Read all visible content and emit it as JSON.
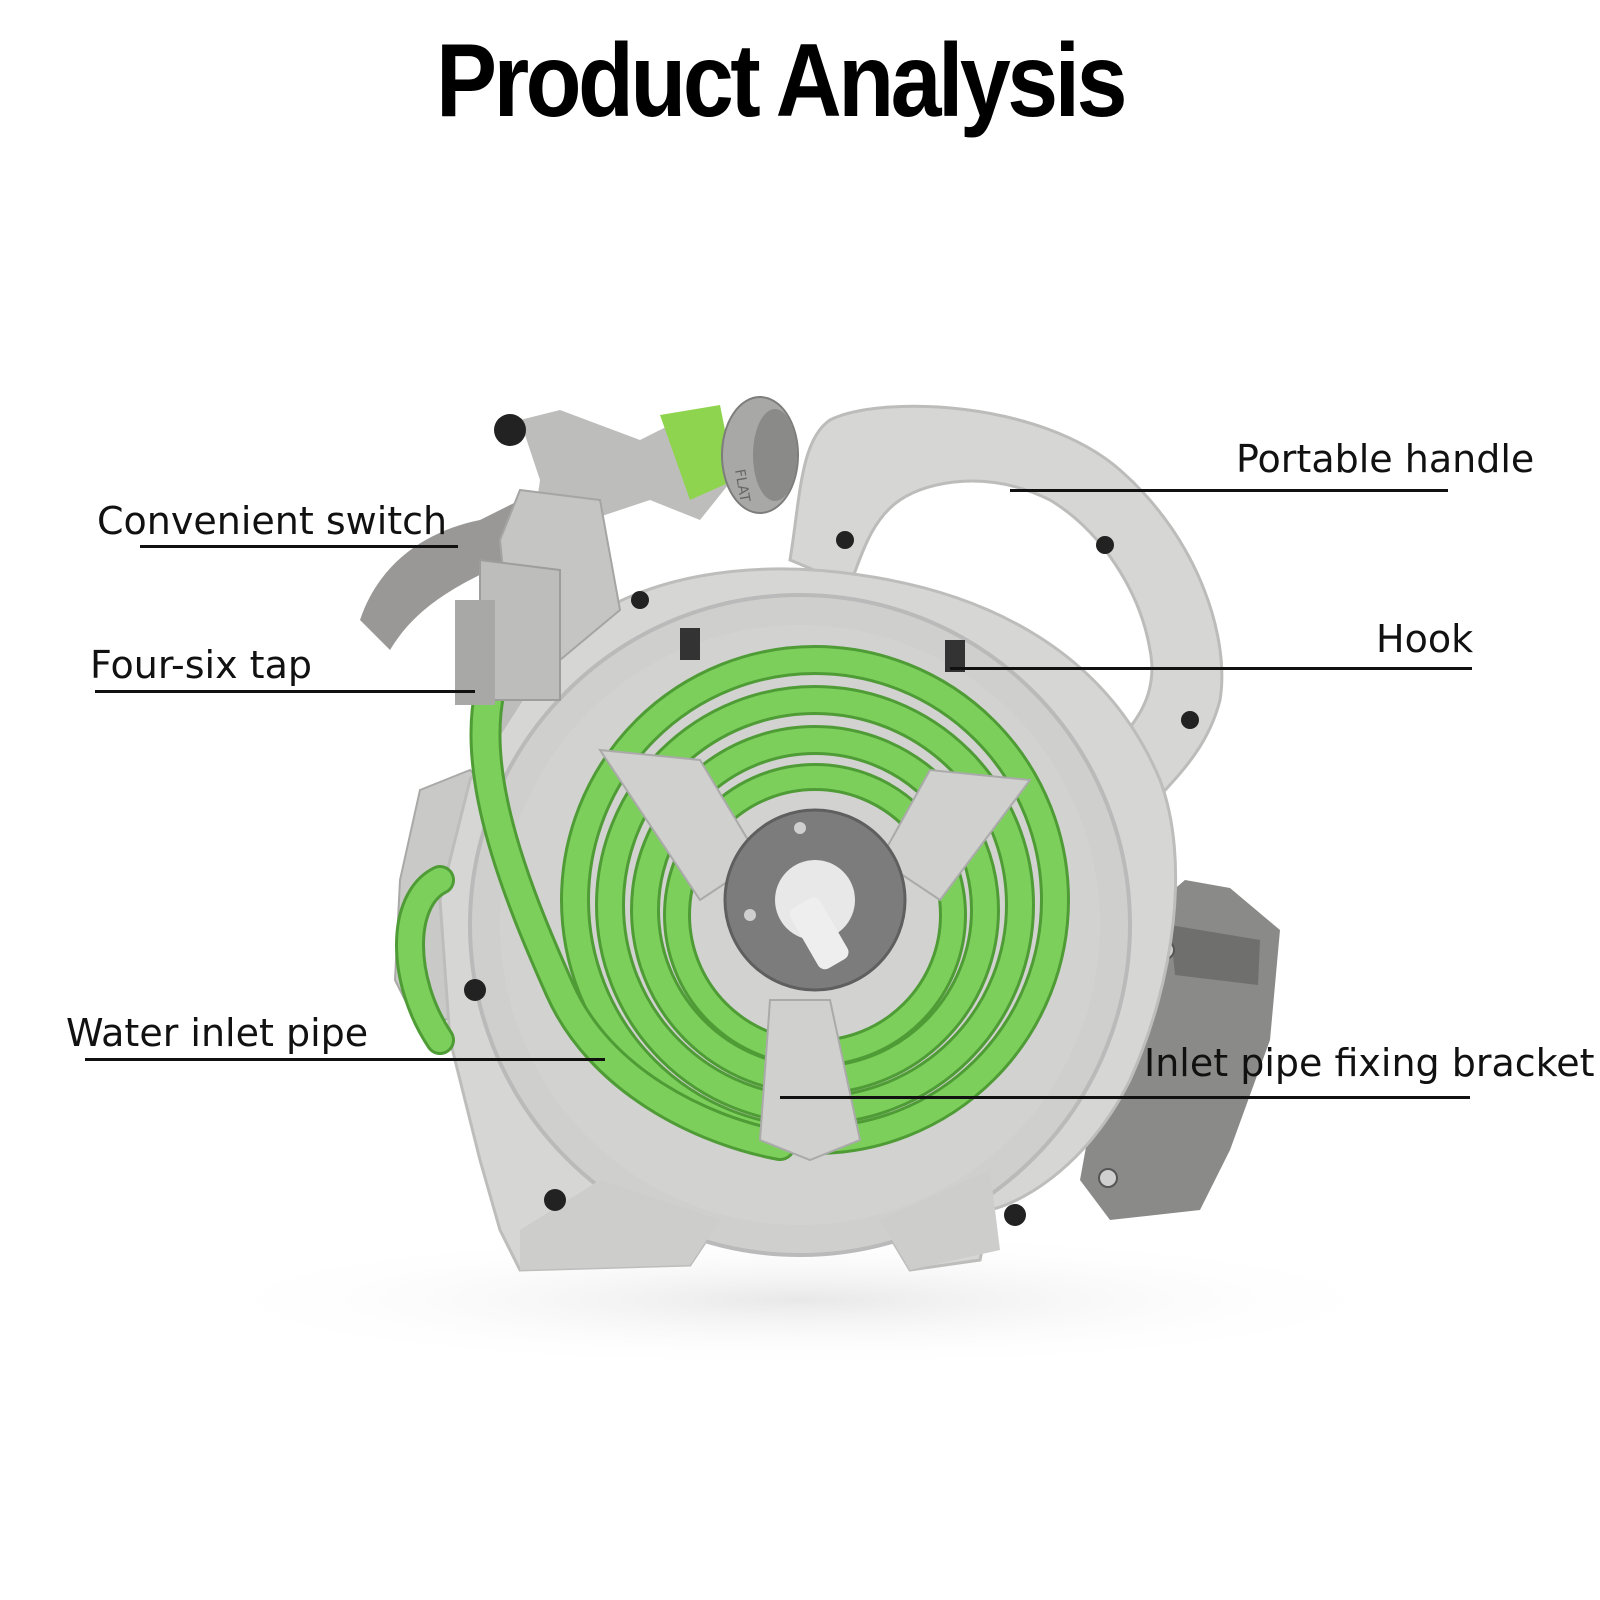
{
  "title": "Product Analysis",
  "labels": {
    "convenient_switch": "Convenient switch",
    "four_six_tap": "Four-six tap",
    "water_inlet_pipe": "Water inlet pipe",
    "portable_handle": "Portable handle",
    "hook": "Hook",
    "inlet_pipe_fixing_bracket": "Inlet pipe fixing bracket"
  },
  "nozzle_text": {
    "flat": "FLAT"
  },
  "colors": {
    "housing": "#d4d4d2",
    "housing_shadow": "#b4b4b2",
    "hose": "#7bcf5a",
    "hose_dark": "#4f9c36",
    "bracket": "#8a8a88",
    "hub": "#7c7c7c"
  }
}
